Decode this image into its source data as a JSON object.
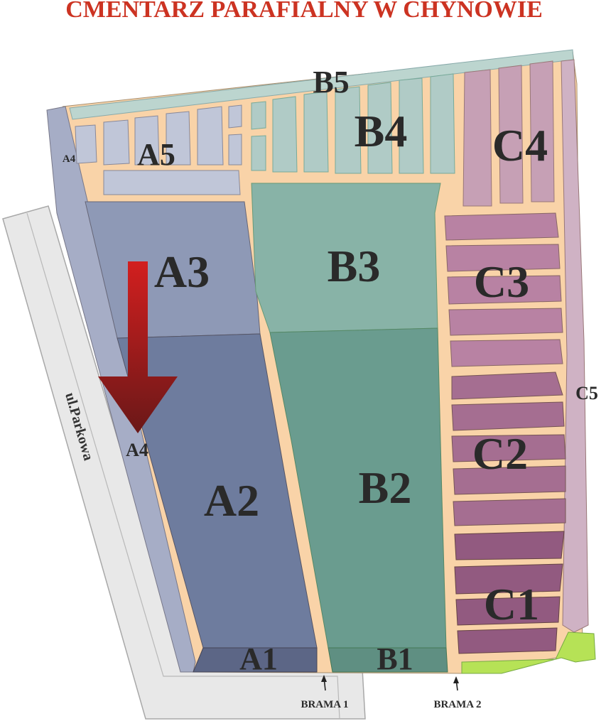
{
  "title": "CMENTARZ PARAFIALNY W CHYNOWIE",
  "street": "ul.Parkowa",
  "gates": [
    "BRAMA 1",
    "BRAMA 2"
  ],
  "sections": {
    "A1": "A1",
    "A2": "A2",
    "A3": "A3",
    "A4": "A4",
    "A5": "A5",
    "B1": "B1",
    "B2": "B2",
    "B3": "B3",
    "B4": "B4",
    "B5": "B5",
    "C1": "C1",
    "C2": "C2",
    "C3": "C3",
    "C4": "C4",
    "C5": "C5"
  },
  "colors": {
    "title": "#cc3322",
    "path": "#f9d3a8",
    "a_light": "#c0c6d8",
    "a3": "#8e99b6",
    "a2": "#6e7c9e",
    "a1": "#5c6686",
    "a4_strip": "#a6adc6",
    "b_light": "#b0cbc6",
    "b3": "#88b3a7",
    "b2": "#6a9c8f",
    "b1": "#5f8f82",
    "c4": "#c6a0b5",
    "c3": "#b882a3",
    "c2": "#a56e91",
    "c1": "#925a80",
    "c5_strip": "#cfb2c4",
    "green": "#b6e256",
    "arrow": "#b61a1a",
    "road": "#e8e8e8"
  },
  "icons": [
    "direction-arrow-icon",
    "gate-arrow-icon"
  ]
}
